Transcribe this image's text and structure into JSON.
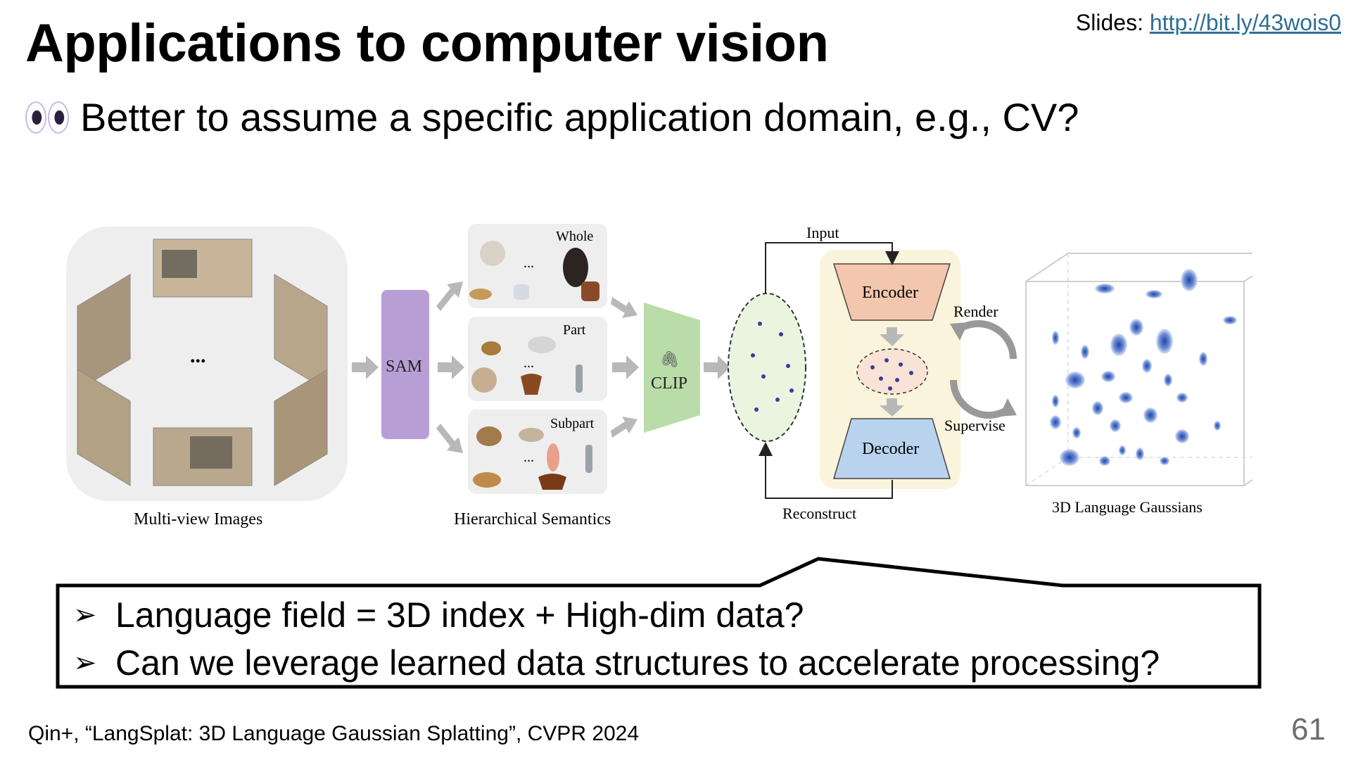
{
  "slide": {
    "title": "Applications to computer vision",
    "slides_label": "Slides:",
    "slides_url": "http://bit.ly/43wois0",
    "subtitle": "Better to assume a specific application domain, e.g., CV?",
    "subtitle_icon": "eyes-emoji",
    "page_number": "61",
    "citation": "Qin+, “LangSplat: 3D Language Gaussian Splatting”, CVPR 2024"
  },
  "figure": {
    "labels": {
      "multiview": "Multi-view Images",
      "ellipsis": "...",
      "sam": "SAM",
      "whole": "Whole",
      "part": "Part",
      "subpart": "Subpart",
      "hierarchical": "Hierarchical Semantics",
      "clip": "CLIP",
      "input": "Input",
      "encoder": "Encoder",
      "decoder": "Decoder",
      "render": "Render",
      "supervise": "Supervise",
      "reconstruct": "Reconstruct",
      "gaussians": "3D Language Gaussians"
    },
    "colors": {
      "sam": "#b79fd6",
      "clip": "#b9dca8",
      "encoder": "#f3c7ad",
      "decoder": "#b9d3ee",
      "panel_bg": "#fbf4dc",
      "dots": "#3d3a9a",
      "gaussian": "#2d55b5"
    }
  },
  "callout": {
    "bullet_icon": "arrowhead-bullet",
    "items": [
      "Language field = 3D index + High-dim data?",
      "Can we leverage learned data structures to accelerate processing?"
    ]
  }
}
